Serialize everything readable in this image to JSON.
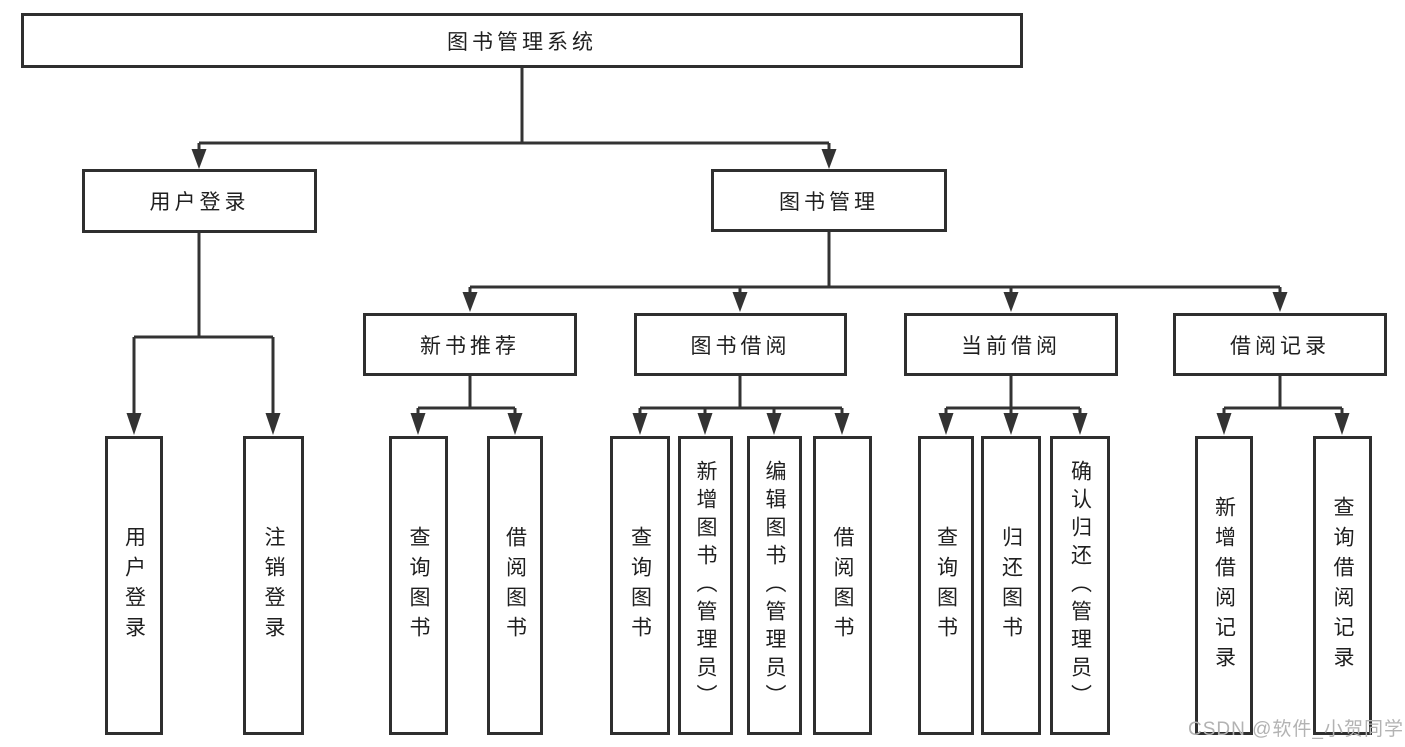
{
  "title": "图书管理系统",
  "watermark": "CSDN @软件_小贺同学",
  "colors": {
    "line": "#333333",
    "box_border": "#2f2f2f",
    "text": "#1f1f1f",
    "watermark": "#b3b3b3",
    "background": "#ffffff"
  },
  "tree": {
    "root": {
      "label": "图书管理系统"
    },
    "level2": [
      {
        "label": "用户登录",
        "children": [
          {
            "label": "用户登录"
          },
          {
            "label": "注销登录"
          }
        ]
      },
      {
        "label": "图书管理",
        "children": [
          {
            "label": "新书推荐",
            "children": [
              {
                "label": "查询图书"
              },
              {
                "label": "借阅图书"
              }
            ]
          },
          {
            "label": "图书借阅",
            "children": [
              {
                "label": "查询图书"
              },
              {
                "label": "新增图书（管理员）"
              },
              {
                "label": "编辑图书（管理员）"
              },
              {
                "label": "借阅图书"
              }
            ]
          },
          {
            "label": "当前借阅",
            "children": [
              {
                "label": "查询图书"
              },
              {
                "label": "归还图书"
              },
              {
                "label": "确认归还（管理员）"
              }
            ]
          },
          {
            "label": "借阅记录",
            "children": [
              {
                "label": "新增借阅记录"
              },
              {
                "label": "查询借阅记录"
              }
            ]
          }
        ]
      }
    ]
  }
}
